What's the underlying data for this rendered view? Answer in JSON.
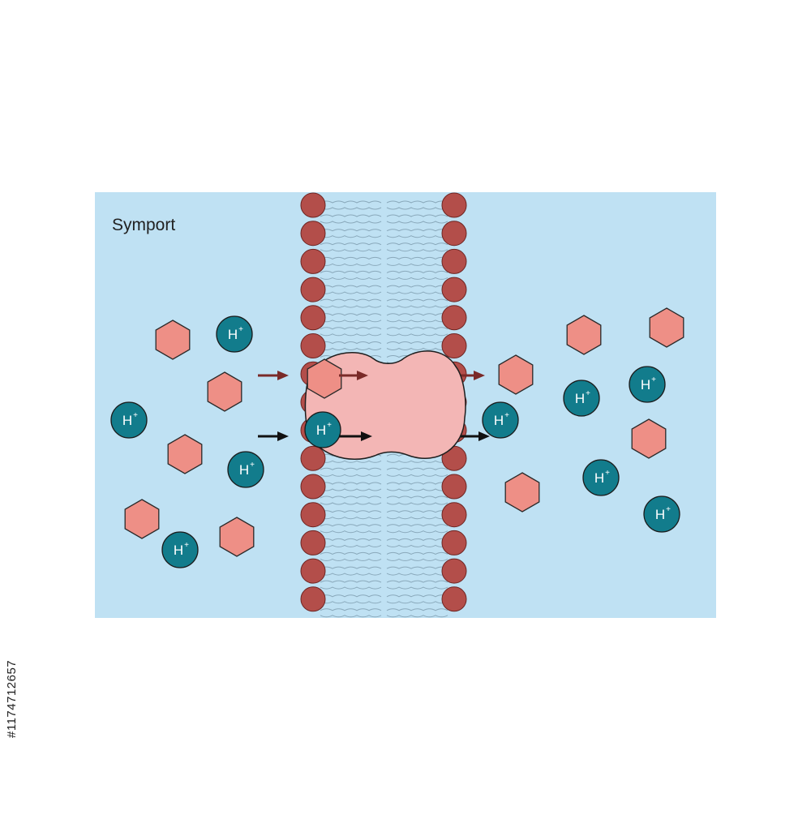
{
  "diagram": {
    "title": "Symport",
    "ion_label": "H",
    "ion_charge": "+",
    "stock_id": "#1174712657",
    "colors": {
      "background": "#bfe1f3",
      "phospholipid_head": "#b34e4a",
      "lipid_tail": "#e8f4fb",
      "transport_protein": "#f3b6b5",
      "solute_hexagon": "#ee8f86",
      "hydrogen_ion": "#127c8c",
      "solute_arrow": "#7a2a28",
      "ion_arrow": "#111111"
    },
    "icons": [
      "phospholipid-head-icon",
      "lipid-tail-icon",
      "transport-protein-icon",
      "solute-hexagon-icon",
      "hydrogen-ion-icon",
      "arrow-icon"
    ]
  }
}
